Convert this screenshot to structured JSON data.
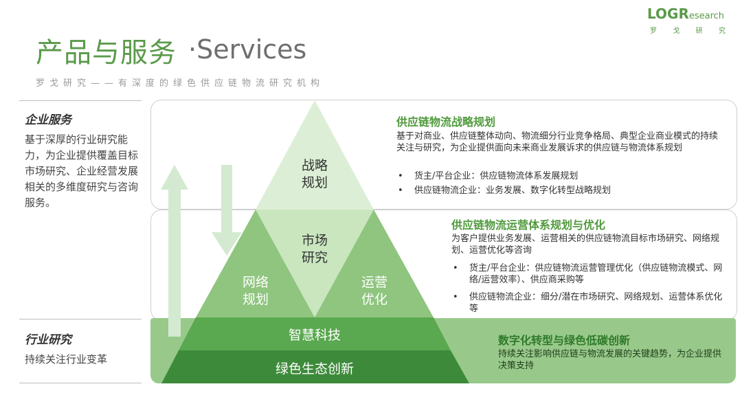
{
  "header": {
    "title_cn": "产品与服务",
    "title_en": "·Services",
    "subtitle": "罗戈研究——有深度的绿色供应链物流研究机构"
  },
  "logo": {
    "main": "LOGR",
    "research": "esearch",
    "sub": [
      "罗",
      "戈",
      "研",
      "究"
    ]
  },
  "left": {
    "enterprise": {
      "title": "企业服务",
      "body": "基于深厚的行业研究能力，为企业提供覆盖目标市场研究、企业经营发展相关的多维度研究与咨询服务。"
    },
    "industry": {
      "title": "行业研究",
      "body": "持续关注行业变革"
    }
  },
  "pyramid": {
    "top": [
      "战略",
      "规划"
    ],
    "middle": [
      "市场",
      "研究"
    ],
    "left": [
      "网络",
      "规划"
    ],
    "right": [
      "运营",
      "优化"
    ],
    "band1": "智慧科技",
    "band2": "绿色生态创新"
  },
  "panels": {
    "p1": {
      "title": "供应链物流战略规划",
      "desc": "基于对商业、供应链整体动向、物流细分行业竞争格局、典型企业商业模式的持续关注与研究，为企业提供面向未来商业发展诉求的供应链与物流体系规划",
      "bullets": [
        "货主/平台企业：供应链物流体系发展规划",
        "供应链物流企业：业务发展、数字化转型战略规划"
      ]
    },
    "p2": {
      "title": "供应链物流运营体系规划与优化",
      "desc": "为客户提供业务发展、运营相关的供应链物流目标市场研究、网络规划、运营优化等咨询",
      "bullets": [
        "货主/平台企业：供应链物流运营管理优化（供应链物流模式、网络/运营效率）、供应商采购等",
        "供应链物流企业：细分/潜在市场研究、网络规划、运营体系优化等"
      ]
    },
    "p3": {
      "title": "数字化转型与绿色低碳创新",
      "desc": "持续关注影响供应链与物流发展的关键趋势，为企业提供决策支持"
    }
  },
  "colors": {
    "brand_green": "#5a9a4a",
    "light_green": "#dcefd6",
    "mid_green": "#b8deae",
    "deep_green": "#8fc57f",
    "band1": "#5aa84f",
    "band2": "#3d8b3a",
    "panel_bottom": "#98c98a"
  }
}
